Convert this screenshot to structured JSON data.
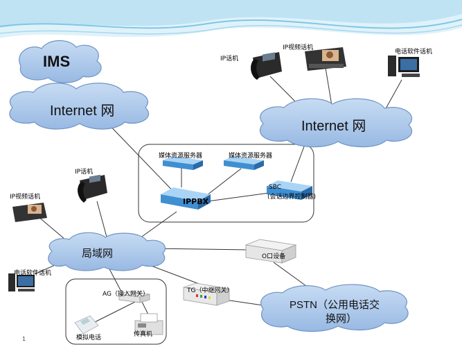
{
  "clouds": {
    "ims": "IMS",
    "internet_left": "Internet 网",
    "internet_right": "Internet 网",
    "lan": "局域网",
    "pstn_line1": "PSTN（公用电话交",
    "pstn_line2": "换网）"
  },
  "devices": {
    "ip_phone_right": "IP话机",
    "ip_video_phone_right": "IP视频话机",
    "softphone_right": "电话软件话机",
    "media_server_1": "媒体资源服务器",
    "media_server_2": "媒体资源服务器",
    "ippbx": "IPPBX",
    "sbc_line1": "SBC",
    "sbc_line2": "(会话边界控制器)",
    "ip_phone_left": "IP话机",
    "ip_video_phone_left": "IP视频话机",
    "softphone_left": "电话软件话机",
    "o_port": "O口设备",
    "ag": "AG（接入网关）",
    "tg": "TG（中继网关）",
    "analog_phone": "模拟电话",
    "fax": "传真机"
  },
  "page_number": "1",
  "colors": {
    "cloud_fill": "#a9c7ea",
    "cloud_stroke": "#6f93c3",
    "wave_top": "#bfe3f3",
    "server_blue": "#3f8fd1"
  }
}
